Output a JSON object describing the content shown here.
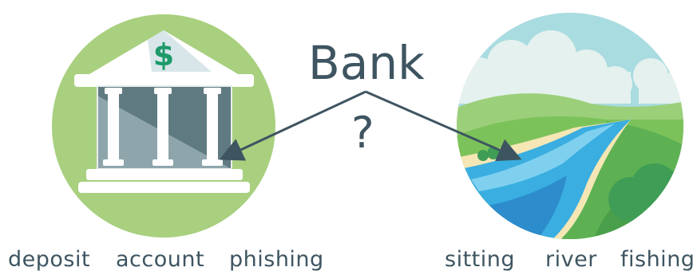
{
  "center_word": "Bank",
  "question_mark": "?",
  "left_concept": {
    "icon": "bank-building-icon",
    "currency_symbol": "$",
    "associated_words": [
      "deposit",
      "account",
      "phishing"
    ]
  },
  "right_concept": {
    "icon": "river-landscape-icon",
    "associated_words": [
      "sitting",
      "river",
      "fishing"
    ]
  },
  "colors": {
    "text": "#3e5561",
    "arrow": "#3e5561",
    "bank_circle": "#a8d07f",
    "bank_accent": "#1e9a6a",
    "sky": "#a9dce0",
    "river": "#3aaee0",
    "grass": "#7cc25a"
  }
}
